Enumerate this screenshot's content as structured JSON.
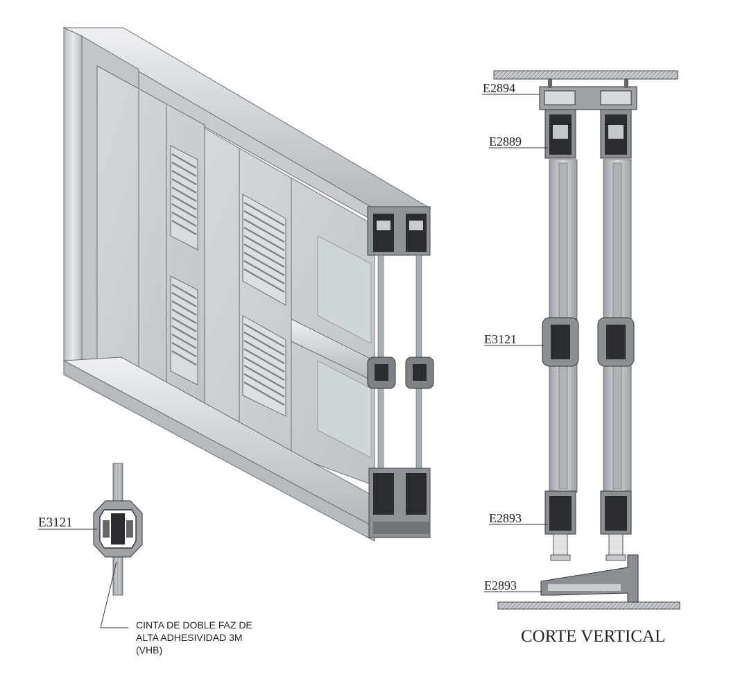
{
  "callouts": {
    "top_plate": "E2894",
    "top_frame": "E2889",
    "meeting_rail": "E3121",
    "bottom_rail": "E2893",
    "sill_profile": "E2893",
    "detail_meeting": "E3121"
  },
  "note": {
    "line1": "CINTA DE DOBLE FAZ DE",
    "line2": "ALTA ADHESIVIDAD 3M",
    "line3": "(VHB)"
  },
  "section_title": "CORTE VERTICAL",
  "colors": {
    "aluminum_light": "#e7e8ea",
    "aluminum_mid": "#c3c6ca",
    "aluminum_dark": "#8f9398",
    "profile_dark": "#2a2c30",
    "text": "#222222"
  }
}
